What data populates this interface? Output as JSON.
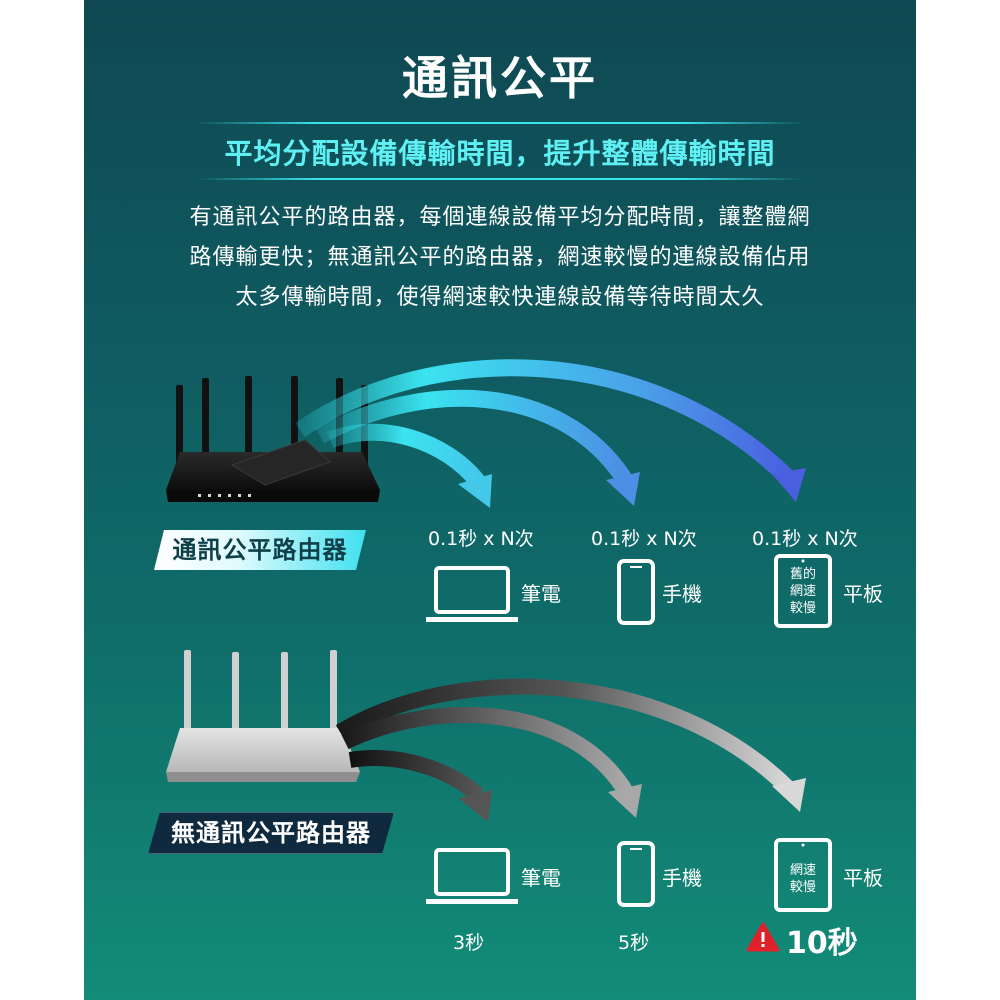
{
  "title": "通訊公平",
  "subtitle": "平均分配設備傳輸時間，提升整體傳輸時間",
  "description": [
    "有通訊公平的路由器，每個連線設備平均分配時間，讓整體網",
    "路傳輸更快；無通訊公平的路由器，網速較慢的連線設備佔用",
    "太多傳輸時間，使得網速較快連線設備等待時間太久"
  ],
  "fair": {
    "router_label": "通訊公平路由器",
    "rates": [
      "0.1秒 x N次",
      "0.1秒 x N次",
      "0.1秒 x N次"
    ],
    "devices": [
      {
        "label": "筆電",
        "icon": "laptop-icon"
      },
      {
        "label": "手機",
        "icon": "phone-icon"
      },
      {
        "label": "平板",
        "icon": "tablet-icon",
        "screen_lines": [
          "舊的",
          "網速",
          "較慢"
        ]
      }
    ]
  },
  "unfair": {
    "router_label": "無通訊公平路由器",
    "devices": [
      {
        "label": "筆電",
        "icon": "laptop-icon",
        "time": "3秒"
      },
      {
        "label": "手機",
        "icon": "phone-icon",
        "time": "5秒"
      },
      {
        "label": "平板",
        "icon": "tablet-icon",
        "screen_lines": [
          "網速",
          "較慢"
        ],
        "time": "10秒",
        "warning_icon": "warning-icon"
      }
    ]
  },
  "colors": {
    "accent_cyan": "#3be3ef",
    "warning_red": "#e0202a",
    "arrow_gray": "#9a9a9a"
  }
}
